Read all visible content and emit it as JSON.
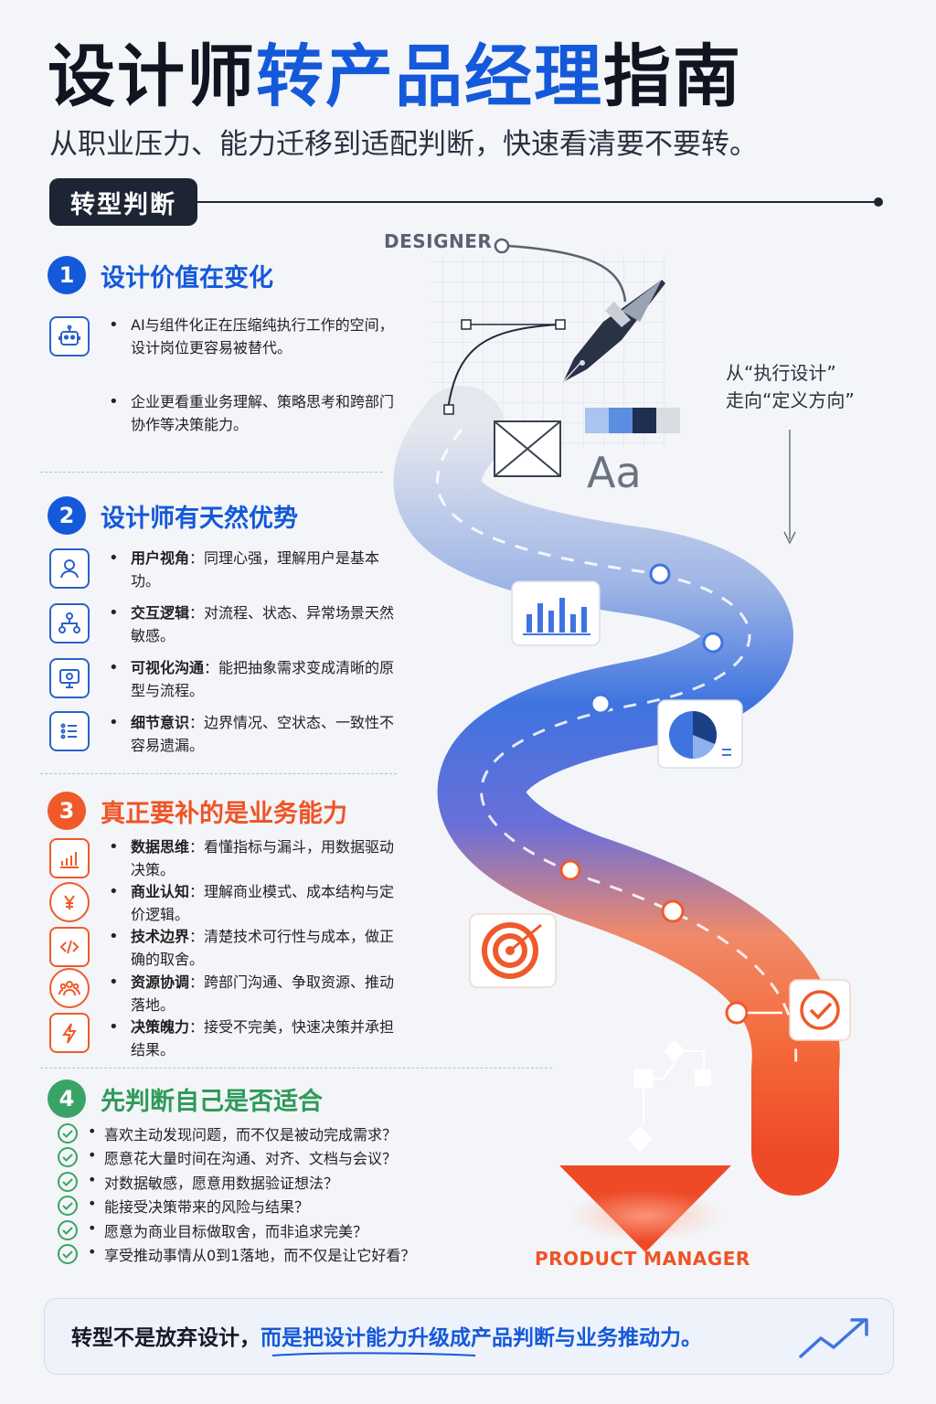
{
  "header": {
    "title_black_1": "设计师",
    "title_blue": "转产品经理",
    "title_black_2": "指南",
    "subtitle": "从职业压力、能力迁移到适配判断，快速看清要不要转。"
  },
  "tag": {
    "label": "转型判断"
  },
  "section1": {
    "num": "1",
    "title": "设计价值在变化",
    "bullet1": "AI与组件化正在压缩纯执行工作的空间，设计岗位更容易被替代。",
    "bullet2": "企业更看重业务理解、策略思考和跨部门协作等决策能力。"
  },
  "section2": {
    "num": "2",
    "title": "设计师有天然优势",
    "items": [
      {
        "term": "用户视角",
        "desc": "：同理心强，理解用户是基本功。"
      },
      {
        "term": "交互逻辑",
        "desc": "：对流程、状态、异常场景天然敏感。"
      },
      {
        "term": "可视化沟通",
        "desc": "：能把抽象需求变成清晰的原型与流程。"
      },
      {
        "term": "细节意识",
        "desc": "：边界情况、空状态、一致性不容易遗漏。"
      }
    ]
  },
  "section3": {
    "num": "3",
    "title": "真正要补的是业务能力",
    "items": [
      {
        "term": "数据思维",
        "desc": "：看懂指标与漏斗，用数据驱动决策。"
      },
      {
        "term": "商业认知",
        "desc": "：理解商业模式、成本结构与定价逻辑。"
      },
      {
        "term": "技术边界",
        "desc": "：清楚技术可行性与成本，做正确的取舍。"
      },
      {
        "term": "资源协调",
        "desc": "：跨部门沟通、争取资源、推动落地。"
      },
      {
        "term": "决策魄力",
        "desc": "：接受不完美，快速决策并承担结果。"
      }
    ]
  },
  "section4": {
    "num": "4",
    "title": "先判断自己是否适合",
    "checks": [
      "喜欢主动发现问题，而不仅是被动完成需求？",
      "愿意花大量时间在沟通、对齐、文档与会议？",
      "对数据敏感，愿意用数据验证想法？",
      "能接受决策带来的风险与结果？",
      "愿意为商业目标做取舍，而非追求完美？",
      "享受推动事情从0到1落地，而不仅是让它好看？"
    ]
  },
  "illustration": {
    "start_label": "DESIGNER",
    "end_label": "PRODUCT MANAGER",
    "note_line1": "从“执行设计”",
    "note_line2": "走向“定义方向”",
    "type_sample": "Aa",
    "swatches": [
      "#a9c4ef",
      "#5b8de0",
      "#1f2f4f",
      "#d9dce2"
    ]
  },
  "banner": {
    "text_dark": "转型不是放弃设计，",
    "text_blue": "而是把设计能力升级成产品判断与业务推动力。"
  },
  "colors": {
    "blue": "#1459d9",
    "orange": "#ef5425",
    "green": "#3aa466",
    "dark": "#1d2433"
  }
}
